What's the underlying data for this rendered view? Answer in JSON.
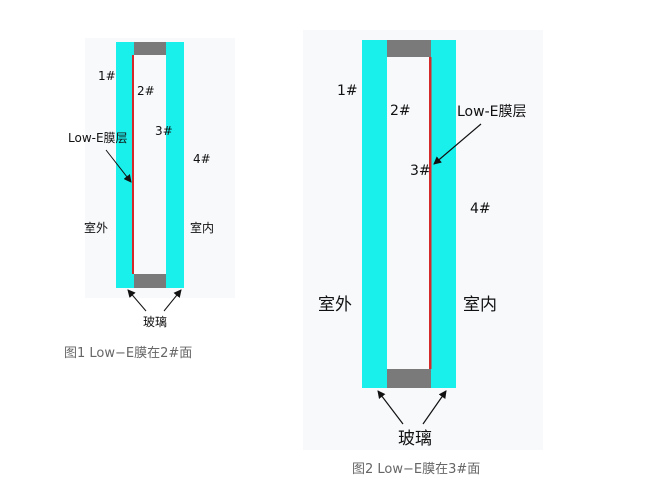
{
  "colors": {
    "glass": "#19f0ec",
    "spacer": "#7a7a7a",
    "coating": "#d42a2a",
    "panel_bg": "#f8f9fb",
    "caption": "#666666",
    "text": "#111111"
  },
  "figure1": {
    "surface_1": "1#",
    "surface_2": "2#",
    "surface_3": "3#",
    "surface_4": "4#",
    "coating_label": "Low-E膜层",
    "outdoor": "室外",
    "indoor": "室内",
    "glass_label": "玻璃",
    "caption": "图1 Low−E膜在2#面"
  },
  "figure2": {
    "surface_1": "1#",
    "surface_2": "2#",
    "surface_3": "3#",
    "surface_4": "4#",
    "coating_label": "Low-E膜层",
    "outdoor": "室外",
    "indoor": "室内",
    "glass_label": "玻璃",
    "caption": "图2 Low−E膜在3#面"
  }
}
